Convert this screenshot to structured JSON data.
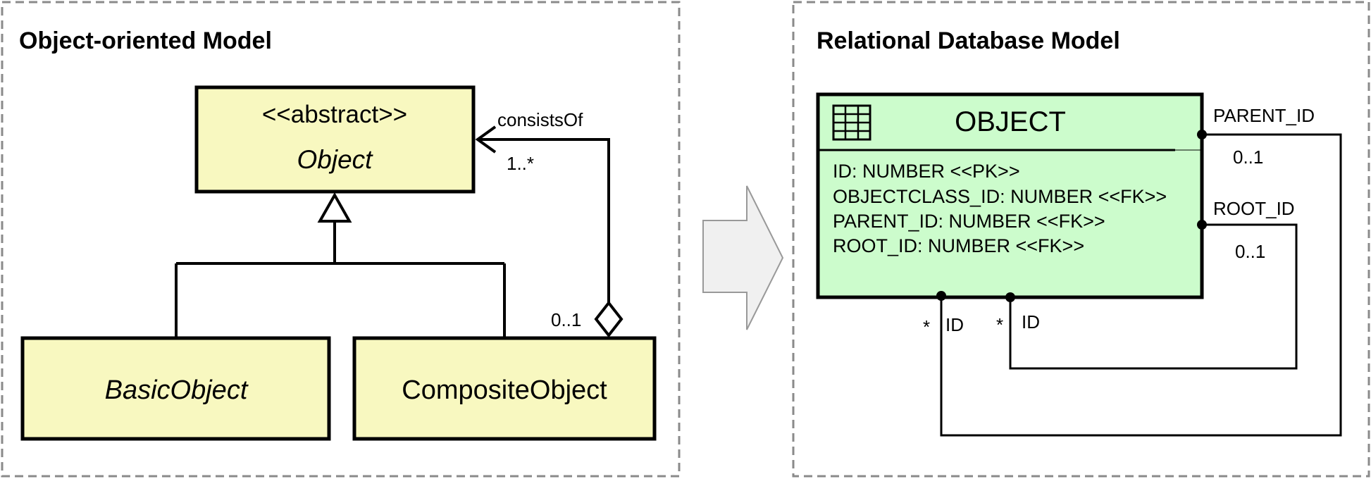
{
  "colors": {
    "class_fill": "#f8f8c0",
    "table_fill": "#ccfccc",
    "frame_stroke": "#8a8a8a",
    "arrow_fill": "#f0f0f0"
  },
  "oo_panel": {
    "title": "Object-oriented Model",
    "abstract_class": {
      "stereotype": "<<abstract>>",
      "name": "Object"
    },
    "subclasses": [
      {
        "name": "BasicObject"
      },
      {
        "name": "CompositeObject"
      }
    ],
    "association": {
      "role": "consistsOf",
      "target_multiplicity": "1..*",
      "source_multiplicity": "0..1"
    }
  },
  "transform_arrow_icon": "right-arrow-icon",
  "rel_panel": {
    "title": "Relational Database Model",
    "table": {
      "icon": "table-grid-icon",
      "name": "OBJECT",
      "attributes": [
        "ID: NUMBER <<PK>>",
        "OBJECTCLASS_ID: NUMBER <<FK>>",
        "PARENT_ID: NUMBER <<FK>>",
        "ROOT_ID: NUMBER <<FK>>"
      ]
    },
    "relations": [
      {
        "fk_label": "PARENT_ID",
        "fk_multiplicity": "0..1",
        "pk_label": "ID",
        "pk_multiplicity": "*"
      },
      {
        "fk_label": "ROOT_ID",
        "fk_multiplicity": "0..1",
        "pk_label": "ID",
        "pk_multiplicity": "*"
      }
    ]
  }
}
